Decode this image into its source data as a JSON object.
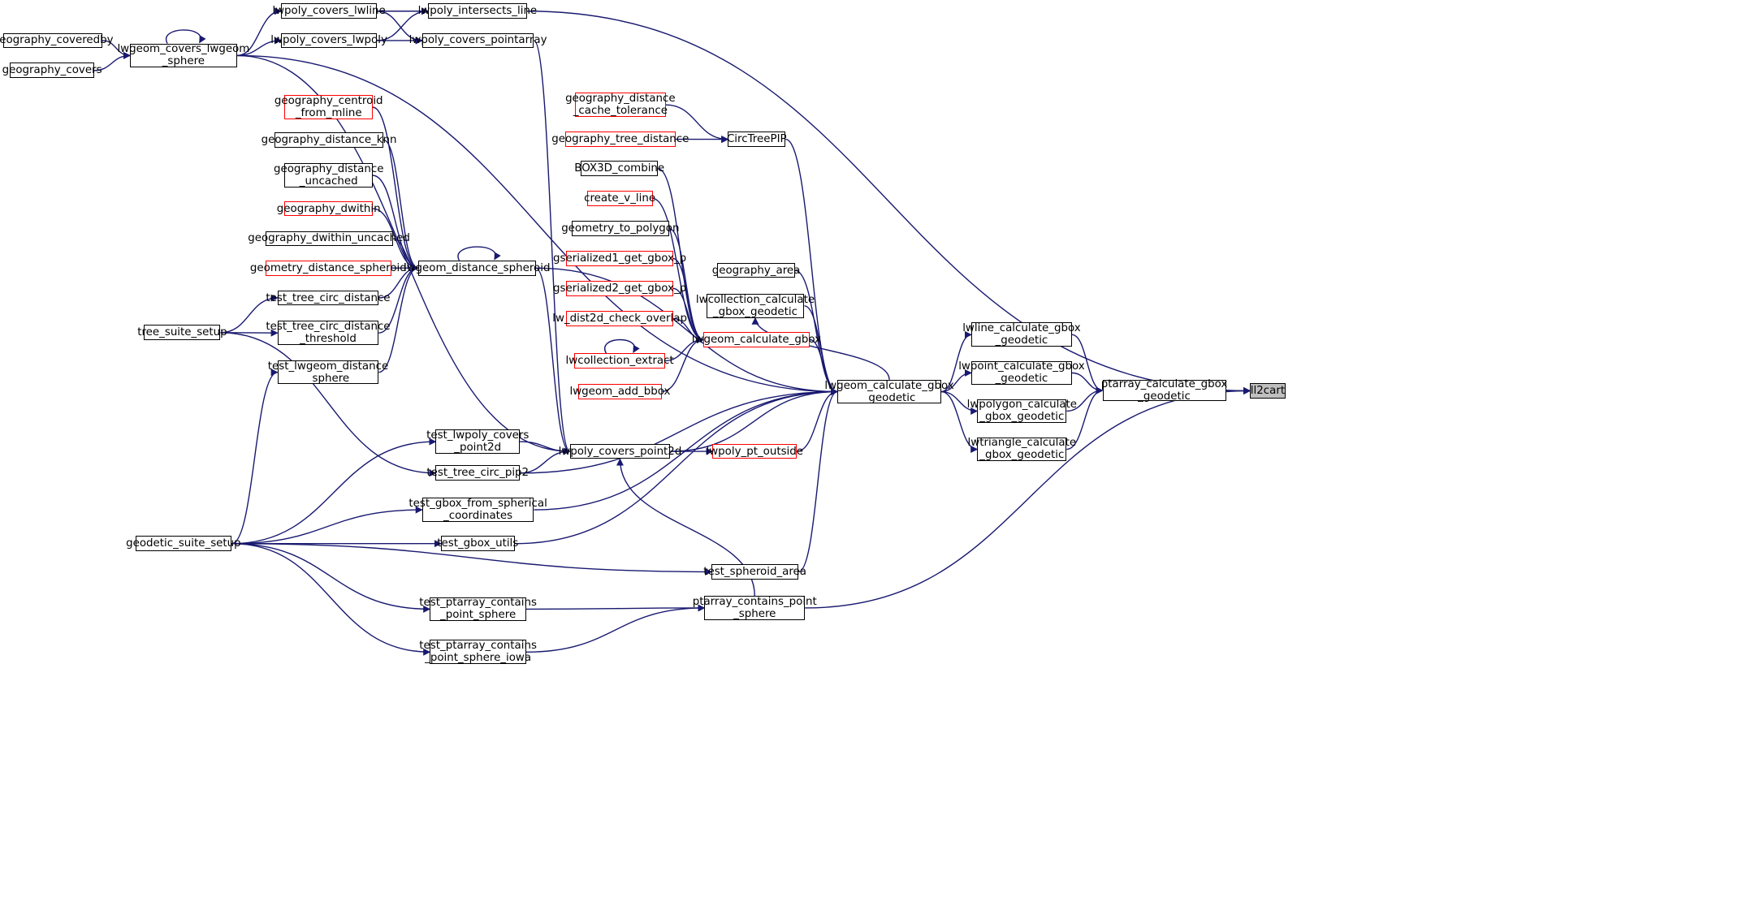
{
  "colors": {
    "edge": "#191970",
    "border_default": "#000000",
    "border_red": "#ff0000",
    "target_fill": "#bfbfbf"
  },
  "nodes": {
    "ll2cart": {
      "lines": [
        "ll2cart"
      ],
      "style": "target"
    },
    "ptarray_calculate_gbox_geodetic": {
      "lines": [
        "ptarray_calculate_gbox",
        "_geodetic"
      ],
      "style": "normal"
    },
    "lwpoly_intersects_line": {
      "lines": [
        "lwpoly_intersects_line"
      ],
      "style": "normal"
    },
    "lwpoly_covers_lwline": {
      "lines": [
        "lwpoly_covers_lwline"
      ],
      "style": "normal"
    },
    "lwpoly_covers_lwpoly": {
      "lines": [
        "lwpoly_covers_lwpoly"
      ],
      "style": "normal"
    },
    "lwpoly_covers_pointarray": {
      "lines": [
        "lwpoly_covers_pointarray"
      ],
      "style": "normal"
    },
    "lwgeom_covers_lwgeom_sphere": {
      "lines": [
        "lwgeom_covers_lwgeom",
        "_sphere"
      ],
      "style": "normal"
    },
    "geography_coveredby": {
      "lines": [
        "geography_coveredby"
      ],
      "style": "normal"
    },
    "geography_covers": {
      "lines": [
        "geography_covers"
      ],
      "style": "normal"
    },
    "geography_centroid_from_mline": {
      "lines": [
        "geography_centroid",
        "_from_mline"
      ],
      "style": "red"
    },
    "geography_distance_knn": {
      "lines": [
        "geography_distance_knn"
      ],
      "style": "normal"
    },
    "geography_distance_uncached": {
      "lines": [
        "geography_distance",
        "_uncached"
      ],
      "style": "normal"
    },
    "geography_dwithin": {
      "lines": [
        "geography_dwithin"
      ],
      "style": "red"
    },
    "geography_dwithin_uncached": {
      "lines": [
        "geography_dwithin_uncached"
      ],
      "style": "normal"
    },
    "geometry_distance_spheroid": {
      "lines": [
        "geometry_distance_spheroid"
      ],
      "style": "red"
    },
    "lwgeom_distance_spheroid": {
      "lines": [
        "lwgeom_distance_spheroid"
      ],
      "style": "normal"
    },
    "test_tree_circ_distance": {
      "lines": [
        "test_tree_circ_distance"
      ],
      "style": "normal"
    },
    "test_tree_circ_distance_threshold": {
      "lines": [
        "test_tree_circ_distance",
        "_threshold"
      ],
      "style": "normal"
    },
    "test_lwgeom_distance_sphere": {
      "lines": [
        "test_lwgeom_distance",
        "_sphere"
      ],
      "style": "normal"
    },
    "tree_suite_setup": {
      "lines": [
        "tree_suite_setup"
      ],
      "style": "normal"
    },
    "geography_distance_cache_tolerance": {
      "lines": [
        "geography_distance",
        "_cache_tolerance"
      ],
      "style": "red"
    },
    "geography_tree_distance": {
      "lines": [
        "geography_tree_distance"
      ],
      "style": "red"
    },
    "CircTreePIP": {
      "lines": [
        "CircTreePIP"
      ],
      "style": "normal"
    },
    "BOX3D_combine": {
      "lines": [
        "BOX3D_combine"
      ],
      "style": "normal"
    },
    "create_v_line": {
      "lines": [
        "create_v_line"
      ],
      "style": "red"
    },
    "geometry_to_polygon": {
      "lines": [
        "geometry_to_polygon"
      ],
      "style": "normal"
    },
    "gserialized1_get_gbox_p": {
      "lines": [
        "gserialized1_get_gbox_p"
      ],
      "style": "red"
    },
    "gserialized2_get_gbox_p": {
      "lines": [
        "gserialized2_get_gbox_p"
      ],
      "style": "red"
    },
    "lw_dist2d_check_overlap": {
      "lines": [
        "lw_dist2d_check_overlap"
      ],
      "style": "red"
    },
    "lwcollection_extract": {
      "lines": [
        "lwcollection_extract"
      ],
      "style": "red"
    },
    "lwgeom_add_bbox": {
      "lines": [
        "lwgeom_add_bbox"
      ],
      "style": "red"
    },
    "lwgeom_calculate_gbox": {
      "lines": [
        "lwgeom_calculate_gbox"
      ],
      "style": "red"
    },
    "geography_area": {
      "lines": [
        "geography_area"
      ],
      "style": "normal"
    },
    "lwcollection_calculate_gbox_geodetic": {
      "lines": [
        "lwcollection_calculate",
        "_gbox_geodetic"
      ],
      "style": "normal"
    },
    "lwgeom_calculate_gbox_geodetic": {
      "lines": [
        "lwgeom_calculate_gbox",
        "_geodetic"
      ],
      "style": "normal"
    },
    "lwline_calculate_gbox_geodetic": {
      "lines": [
        "lwline_calculate_gbox",
        "_geodetic"
      ],
      "style": "normal"
    },
    "lwpoint_calculate_gbox_geodetic": {
      "lines": [
        "lwpoint_calculate_gbox",
        "_geodetic"
      ],
      "style": "normal"
    },
    "lwpolygon_calculate_gbox_geodetic": {
      "lines": [
        "lwpolygon_calculate",
        "_gbox_geodetic"
      ],
      "style": "normal"
    },
    "lwtriangle_calculate_gbox_geodetic": {
      "lines": [
        "lwtriangle_calculate",
        "_gbox_geodetic"
      ],
      "style": "normal"
    },
    "test_lwpoly_covers_point2d": {
      "lines": [
        "test_lwpoly_covers",
        "_point2d"
      ],
      "style": "normal"
    },
    "test_tree_circ_pip2": {
      "lines": [
        "test_tree_circ_pip2"
      ],
      "style": "normal"
    },
    "lwpoly_covers_point2d": {
      "lines": [
        "lwpoly_covers_point2d"
      ],
      "style": "normal"
    },
    "lwpoly_pt_outside": {
      "lines": [
        "lwpoly_pt_outside"
      ],
      "style": "red"
    },
    "test_gbox_from_spherical_coordinates": {
      "lines": [
        "test_gbox_from_spherical",
        "_coordinates"
      ],
      "style": "normal"
    },
    "geodetic_suite_setup": {
      "lines": [
        "geodetic_suite_setup"
      ],
      "style": "normal"
    },
    "test_gbox_utils": {
      "lines": [
        "test_gbox_utils"
      ],
      "style": "normal"
    },
    "test_spheroid_area": {
      "lines": [
        "test_spheroid_area"
      ],
      "style": "normal"
    },
    "test_ptarray_contains_point_sphere": {
      "lines": [
        "test_ptarray_contains",
        "_point_sphere"
      ],
      "style": "normal"
    },
    "test_ptarray_contains_point_sphere_iowa": {
      "lines": [
        "test_ptarray_contains",
        "_point_sphere_iowa"
      ],
      "style": "normal"
    },
    "ptarray_contains_point_sphere": {
      "lines": [
        "ptarray_contains_point",
        "_sphere"
      ],
      "style": "normal"
    }
  },
  "edges": [
    [
      "ptarray_calculate_gbox_geodetic",
      "ll2cart"
    ],
    [
      "lwpoly_intersects_line",
      "ll2cart"
    ],
    [
      "ptarray_contains_point_sphere",
      "ll2cart"
    ],
    [
      "lwline_calculate_gbox_geodetic",
      "ptarray_calculate_gbox_geodetic"
    ],
    [
      "lwpoint_calculate_gbox_geodetic",
      "ptarray_calculate_gbox_geodetic"
    ],
    [
      "lwpolygon_calculate_gbox_geodetic",
      "ptarray_calculate_gbox_geodetic"
    ],
    [
      "lwtriangle_calculate_gbox_geodetic",
      "ptarray_calculate_gbox_geodetic"
    ],
    [
      "lwgeom_calculate_gbox_geodetic",
      "lwline_calculate_gbox_geodetic"
    ],
    [
      "lwgeom_calculate_gbox_geodetic",
      "lwpoint_calculate_gbox_geodetic"
    ],
    [
      "lwgeom_calculate_gbox_geodetic",
      "lwpolygon_calculate_gbox_geodetic"
    ],
    [
      "lwgeom_calculate_gbox_geodetic",
      "lwtriangle_calculate_gbox_geodetic"
    ],
    [
      "lwcollection_calculate_gbox_geodetic",
      "lwgeom_calculate_gbox_geodetic"
    ],
    [
      "lwgeom_calculate_gbox_geodetic",
      "lwcollection_calculate_gbox_geodetic"
    ],
    [
      "lwgeom_calculate_gbox",
      "lwgeom_calculate_gbox_geodetic"
    ],
    [
      "geography_area",
      "lwgeom_calculate_gbox_geodetic"
    ],
    [
      "CircTreePIP",
      "lwgeom_calculate_gbox_geodetic"
    ],
    [
      "lwgeom_covers_lwgeom_sphere",
      "lwgeom_calculate_gbox_geodetic"
    ],
    [
      "lwgeom_distance_spheroid",
      "lwgeom_calculate_gbox_geodetic"
    ],
    [
      "lwpoly_covers_point2d",
      "lwgeom_calculate_gbox_geodetic"
    ],
    [
      "lwpoly_pt_outside",
      "lwgeom_calculate_gbox_geodetic"
    ],
    [
      "test_tree_circ_pip2",
      "lwgeom_calculate_gbox_geodetic"
    ],
    [
      "test_gbox_from_spherical_coordinates",
      "lwgeom_calculate_gbox_geodetic"
    ],
    [
      "test_gbox_utils",
      "lwgeom_calculate_gbox_geodetic"
    ],
    [
      "test_spheroid_area",
      "lwgeom_calculate_gbox_geodetic"
    ],
    [
      "BOX3D_combine",
      "lwgeom_calculate_gbox"
    ],
    [
      "create_v_line",
      "lwgeom_calculate_gbox"
    ],
    [
      "geometry_to_polygon",
      "lwgeom_calculate_gbox"
    ],
    [
      "gserialized1_get_gbox_p",
      "lwgeom_calculate_gbox"
    ],
    [
      "gserialized2_get_gbox_p",
      "lwgeom_calculate_gbox"
    ],
    [
      "lw_dist2d_check_overlap",
      "lwgeom_calculate_gbox"
    ],
    [
      "lwcollection_extract",
      "lwgeom_calculate_gbox"
    ],
    [
      "lwgeom_add_bbox",
      "lwgeom_calculate_gbox"
    ],
    [
      "lwcollection_extract",
      "lwcollection_extract"
    ],
    [
      "geography_distance_cache_tolerance",
      "CircTreePIP"
    ],
    [
      "geography_tree_distance",
      "CircTreePIP"
    ],
    [
      "lwpoly_covers_point2d",
      "lwpoly_pt_outside"
    ],
    [
      "test_lwpoly_covers_point2d",
      "lwpoly_covers_point2d"
    ],
    [
      "test_tree_circ_pip2",
      "lwpoly_covers_point2d"
    ],
    [
      "lwgeom_covers_lwgeom_sphere",
      "lwpoly_covers_point2d"
    ],
    [
      "lwpoly_covers_pointarray",
      "lwpoly_covers_point2d"
    ],
    [
      "lwgeom_distance_spheroid",
      "lwpoly_covers_point2d"
    ],
    [
      "ptarray_contains_point_sphere",
      "lwpoly_covers_point2d"
    ],
    [
      "lwpoly_covers_lwline",
      "lwpoly_intersects_line"
    ],
    [
      "lwpoly_covers_lwpoly",
      "lwpoly_intersects_line"
    ],
    [
      "lwpoly_covers_lwline",
      "lwpoly_covers_pointarray"
    ],
    [
      "lwpoly_covers_lwpoly",
      "lwpoly_covers_pointarray"
    ],
    [
      "lwgeom_covers_lwgeom_sphere",
      "lwpoly_covers_lwline"
    ],
    [
      "lwgeom_covers_lwgeom_sphere",
      "lwpoly_covers_lwpoly"
    ],
    [
      "lwgeom_covers_lwgeom_sphere",
      "lwgeom_covers_lwgeom_sphere"
    ],
    [
      "geography_coveredby",
      "lwgeom_covers_lwgeom_sphere"
    ],
    [
      "geography_covers",
      "lwgeom_covers_lwgeom_sphere"
    ],
    [
      "geography_centroid_from_mline",
      "lwgeom_distance_spheroid"
    ],
    [
      "geography_distance_knn",
      "lwgeom_distance_spheroid"
    ],
    [
      "geography_distance_uncached",
      "lwgeom_distance_spheroid"
    ],
    [
      "geography_dwithin",
      "lwgeom_distance_spheroid"
    ],
    [
      "geography_dwithin_uncached",
      "lwgeom_distance_spheroid"
    ],
    [
      "geometry_distance_spheroid",
      "lwgeom_distance_spheroid"
    ],
    [
      "test_tree_circ_distance",
      "lwgeom_distance_spheroid"
    ],
    [
      "test_tree_circ_distance_threshold",
      "lwgeom_distance_spheroid"
    ],
    [
      "test_lwgeom_distance_sphere",
      "lwgeom_distance_spheroid"
    ],
    [
      "lwgeom_distance_spheroid",
      "lwgeom_distance_spheroid"
    ],
    [
      "tree_suite_setup",
      "test_tree_circ_distance"
    ],
    [
      "tree_suite_setup",
      "test_tree_circ_distance_threshold"
    ],
    [
      "tree_suite_setup",
      "test_tree_circ_pip2"
    ],
    [
      "geodetic_suite_setup",
      "test_lwgeom_distance_sphere"
    ],
    [
      "geodetic_suite_setup",
      "test_lwpoly_covers_point2d"
    ],
    [
      "geodetic_suite_setup",
      "test_gbox_from_spherical_coordinates"
    ],
    [
      "geodetic_suite_setup",
      "test_gbox_utils"
    ],
    [
      "geodetic_suite_setup",
      "test_spheroid_area"
    ],
    [
      "geodetic_suite_setup",
      "test_ptarray_contains_point_sphere"
    ],
    [
      "geodetic_suite_setup",
      "test_ptarray_contains_point_sphere_iowa"
    ],
    [
      "test_ptarray_contains_point_sphere",
      "ptarray_contains_point_sphere"
    ],
    [
      "test_ptarray_contains_point_sphere_iowa",
      "ptarray_contains_point_sphere"
    ]
  ]
}
